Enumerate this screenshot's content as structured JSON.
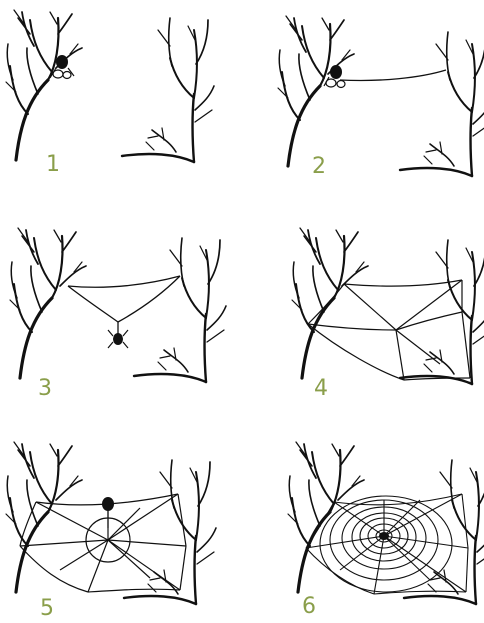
{
  "steps": [
    {
      "number": "1"
    },
    {
      "number": "2"
    },
    {
      "number": "3"
    },
    {
      "number": "4"
    },
    {
      "number": "5"
    },
    {
      "number": "6"
    }
  ],
  "colors": {
    "ink": "#111111",
    "number": "#8a9e4a",
    "background": "#ffffff"
  }
}
